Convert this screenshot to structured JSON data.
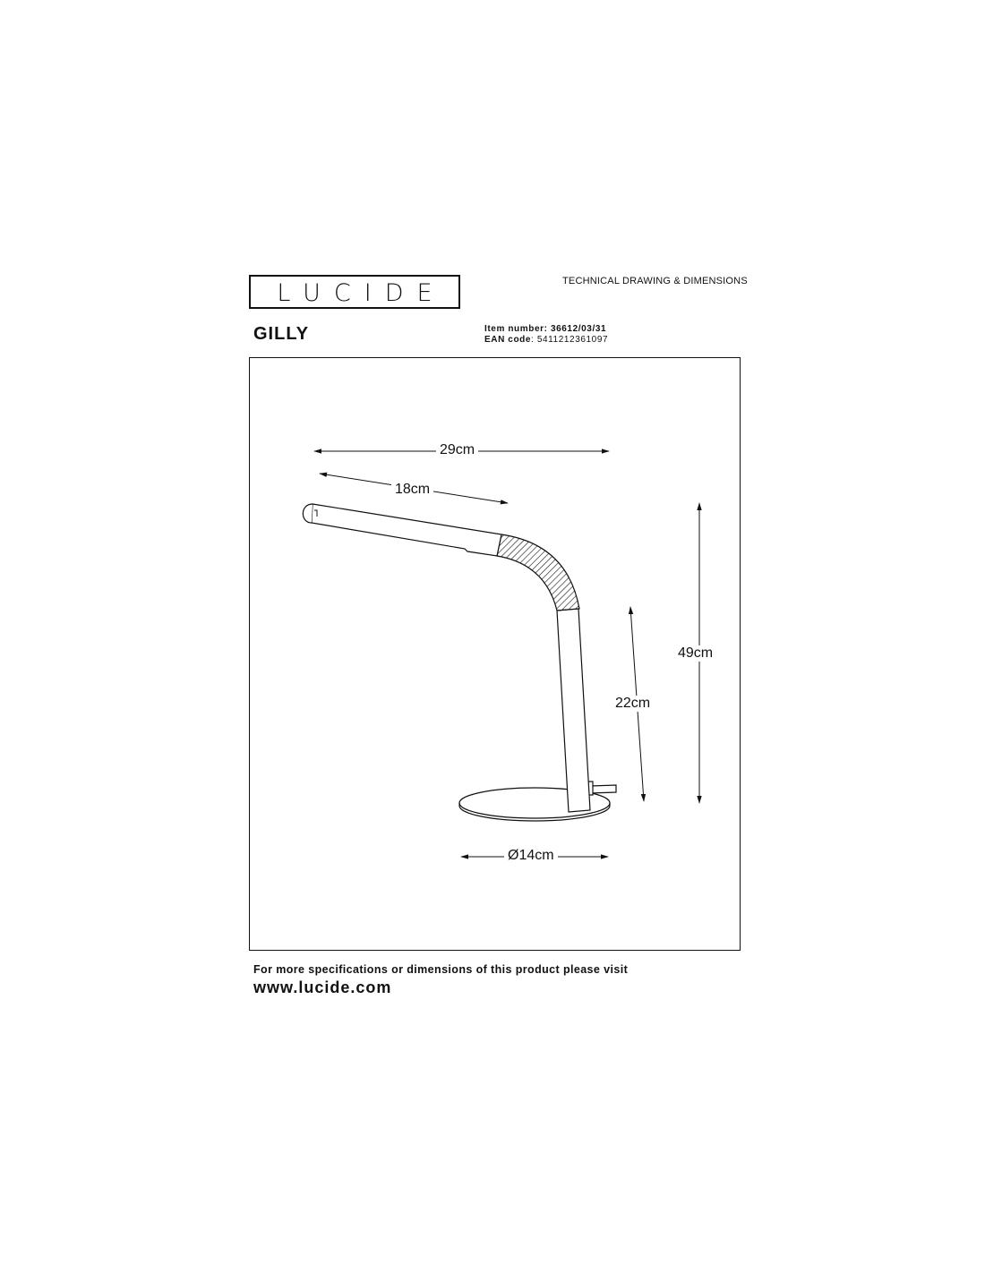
{
  "brand": {
    "logo_text": "LUCIDE"
  },
  "header": {
    "title": "TECHNICAL DRAWING & DIMENSIONS"
  },
  "product": {
    "name": "GILLY",
    "item_number_label": "Item number:",
    "item_number": "36612/03/31",
    "ean_label": "EAN code",
    "ean": "5411212361097"
  },
  "dimensions": {
    "total_width": "29cm",
    "arm_length": "18cm",
    "total_height": "49cm",
    "stem_height": "22cm",
    "base_diameter": "Ø14cm"
  },
  "footer": {
    "text": "For more specifications or dimensions of this product please visit",
    "url": "www.lucide.com"
  }
}
